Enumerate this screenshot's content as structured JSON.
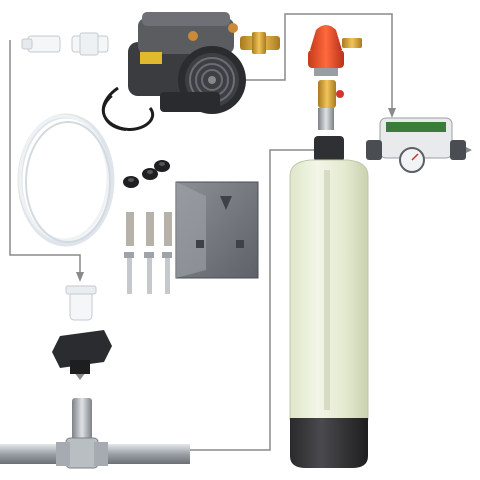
{
  "image": {
    "description_components": [
      "air-compressor",
      "brass-valve-fitting",
      "air-injector-head",
      "pressure-relief-valve",
      "controller-valve-with-gauge",
      "mineral-tank",
      "tubing-coil",
      "white-push-fittings",
      "rubber-spacers",
      "mounting-bracket",
      "threaded-studs",
      "bolts",
      "tank-adapter",
      "tee-fitting",
      "pipe"
    ]
  }
}
